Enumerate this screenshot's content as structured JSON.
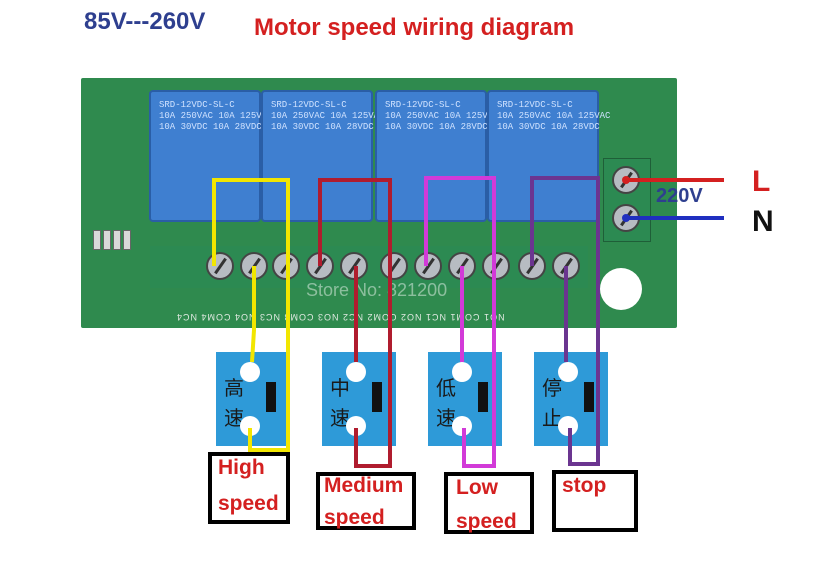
{
  "header": {
    "voltage": "85V---260V",
    "title": "Motor speed wiring diagram"
  },
  "power": {
    "L": "L",
    "N": "N",
    "voltage": "220V"
  },
  "board": {
    "relay_text": "SRD-12VDC-SL-C\n10A 250VAC 10A 125VAC\n10A 30VDC 10A 28VDC",
    "watermark": "Store No: 821200",
    "terminal_labels": "NO1 COM1 NC1 NO2 COM2 NC2 NO3 COM3 NC3 NO4 COM4 NC4"
  },
  "switches": [
    {
      "c1": "高",
      "c2": "速"
    },
    {
      "c1": "中",
      "c2": "速"
    },
    {
      "c1": "低",
      "c2": "速"
    },
    {
      "c1": "停",
      "c2": "止"
    }
  ],
  "labels": {
    "high": {
      "line1": "High",
      "line2": "speed"
    },
    "medium": {
      "line1": "Medium",
      "line2": "speed"
    },
    "low": {
      "line1": "Low",
      "line2": "speed"
    },
    "stop": {
      "line1": "stop"
    }
  },
  "colors": {
    "high": "#f2e600",
    "medium": "#b01c2e",
    "low": "#d23ad8",
    "stop": "#6b3590",
    "L_wire": "#d42020",
    "N_wire": "#1f2fc0"
  }
}
